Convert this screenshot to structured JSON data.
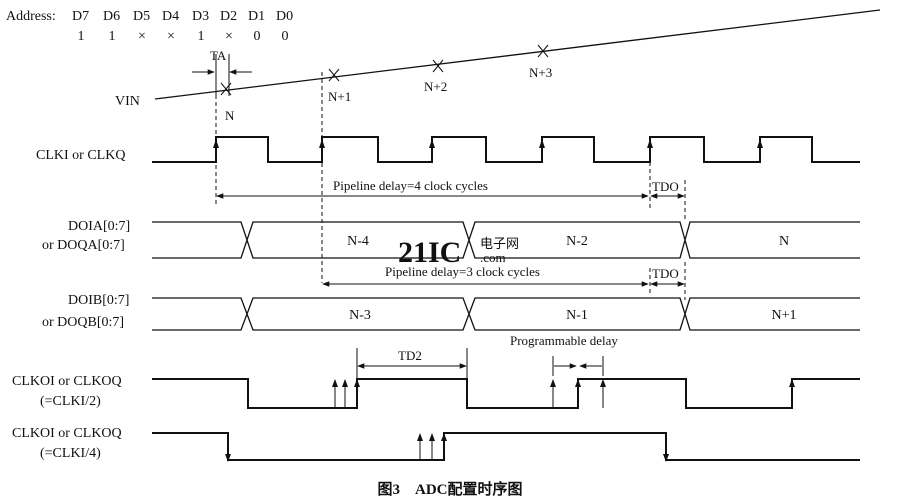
{
  "header": {
    "address_label": "Address:",
    "bits": [
      "D7",
      "D6",
      "D5",
      "D4",
      "D3",
      "D2",
      "D1",
      "D0"
    ],
    "values": [
      "1",
      "1",
      "×",
      "×",
      "1",
      "×",
      "0",
      "0"
    ]
  },
  "signals": {
    "ta": "TA",
    "vin": "VIN",
    "samples": [
      "N",
      "N+1",
      "N+2",
      "N+3"
    ],
    "clk": "CLKI or CLKQ",
    "doa_1": "DOIA[0:7]",
    "doa_2": "or DOQA[0:7]",
    "dob_1": "DOIB[0:7]",
    "dob_2": "or DOQB[0:7]",
    "clko2_1": "CLKOI or CLKOQ",
    "clko2_2": "(=CLKI/2)",
    "clko4_1": "CLKOI or CLKOQ",
    "clko4_2": "(=CLKI/4)"
  },
  "annotations": {
    "pipeline_a": "Pipeline delay=4 clock cycles",
    "tdo_a": "TDO",
    "pipeline_b": "Pipeline delay=3 clock cycles",
    "tdo_b": "TDO",
    "td2": "TD2",
    "programmable": "Programmable delay"
  },
  "data_a": [
    "N-4",
    "N-2",
    "N"
  ],
  "data_b": [
    "N-3",
    "N-1",
    "N+1"
  ],
  "watermark": {
    "main": "21IC",
    "sub1": "电子网",
    "sub2": ".com"
  },
  "caption": "图3　ADC配置时序图"
}
